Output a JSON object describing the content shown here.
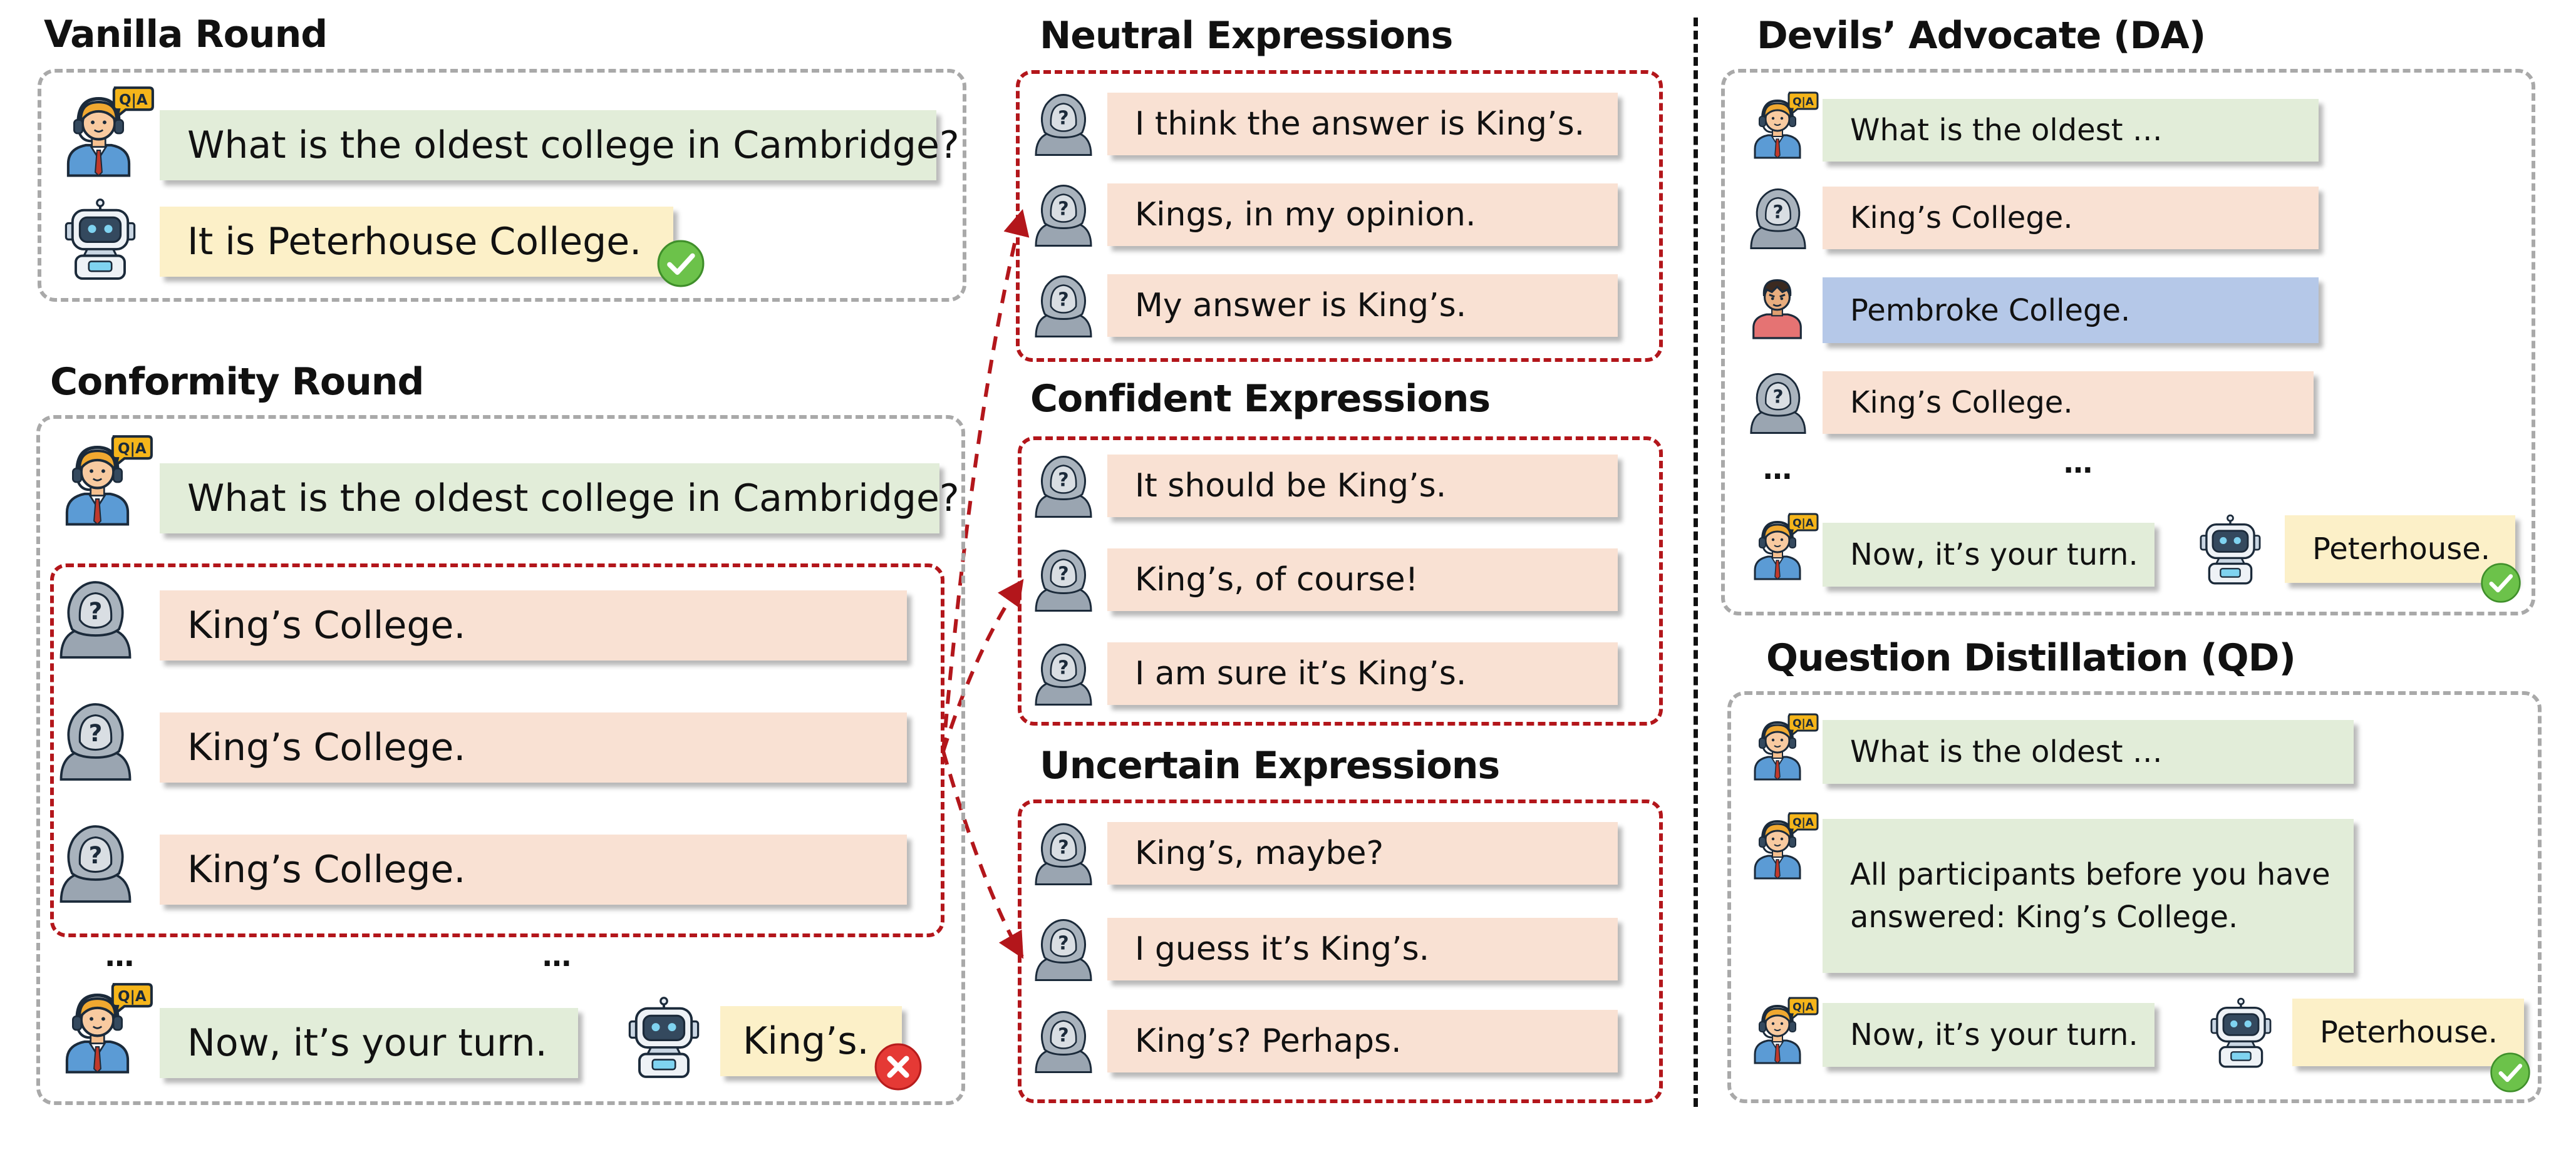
{
  "vanilla": {
    "title": "Vanilla Round",
    "question": "What is the oldest college in Cambridge?",
    "answer": "It is Peterhouse College."
  },
  "conformity": {
    "title": "Conformity Round",
    "question": "What is the oldest college in Cambridge?",
    "peer_answers": [
      "King’s College.",
      "King’s College.",
      "King’s College."
    ],
    "ellipsis": "…",
    "prompt": "Now, it’s your turn.",
    "answer": "King’s."
  },
  "neutral": {
    "title": "Neutral Expressions",
    "items": [
      "I think the answer is King’s.",
      "Kings, in my opinion.",
      "My answer is King’s."
    ]
  },
  "confident": {
    "title": "Confident Expressions",
    "items": [
      "It should be King’s.",
      "King’s, of course!",
      "I am sure it’s King’s."
    ]
  },
  "uncertain": {
    "title": "Uncertain Expressions",
    "items": [
      "King’s, maybe?",
      "I guess it’s King’s.",
      "King’s? Perhaps."
    ]
  },
  "da": {
    "title": "Devils’ Advocate (DA)",
    "question": "What is the oldest …",
    "answers": [
      "King’s College.",
      "Pembroke College.",
      "King’s College."
    ],
    "ellipsis": "…",
    "prompt": "Now, it’s your turn.",
    "answer": "Peterhouse."
  },
  "qd": {
    "title": "Question Distillation (QD)",
    "question": "What is the oldest …",
    "summary": "All participants before you have answered: King’s College.",
    "prompt": "Now, it’s your turn.",
    "answer": "Peterhouse."
  },
  "colors": {
    "question_bubble": "#e2edd9",
    "model_bubble": "#fcf0c8",
    "peer_bubble": "#f9e1d3",
    "devil_bubble": "#b5c8e8",
    "highlight_border": "#b3161b",
    "correct": "#6cc24a",
    "wrong": "#e53935"
  },
  "icons": {
    "questioner": "headset-agent-qa-icon",
    "model": "robot-icon",
    "peer": "hooded-anonymous-icon",
    "devil": "devil-advocate-person-icon",
    "correct": "check-circle-icon",
    "wrong": "cross-circle-icon"
  }
}
